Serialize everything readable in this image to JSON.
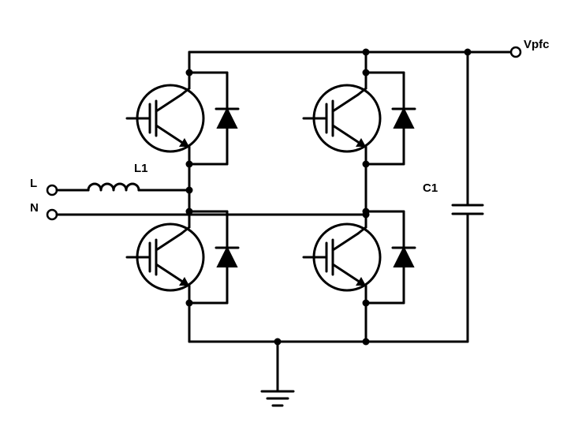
{
  "labels": {
    "output": "Vpfc",
    "line": "L",
    "neutral": "N",
    "inductor": "L1",
    "capacitor": "C1"
  },
  "components": {
    "switches": [
      "igbt-top-left",
      "igbt-top-right",
      "igbt-bottom-left",
      "igbt-bottom-right"
    ],
    "inductor": "inductor",
    "capacitor": "capacitor",
    "ground": "ground"
  }
}
